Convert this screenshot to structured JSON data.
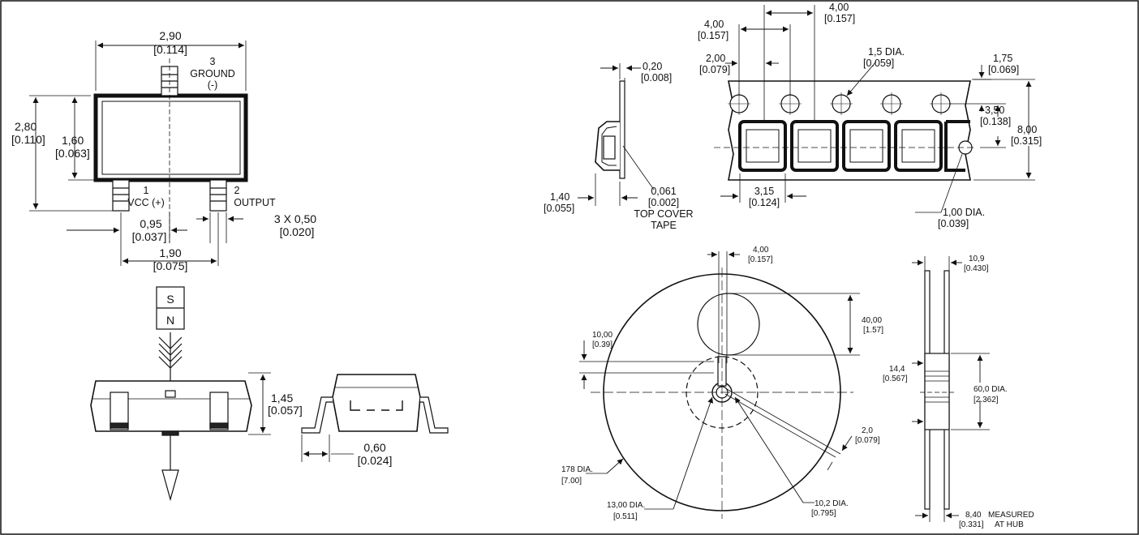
{
  "colors": {
    "line": "#111111",
    "fill_body": "#222222",
    "fill_light": "#f2f2f2",
    "background": "#ffffff"
  },
  "sensor": {
    "width": {
      "mm": "2,90",
      "in": "[0.114]"
    },
    "height_total": {
      "mm": "2,80",
      "in": "[0.110]"
    },
    "body_height": {
      "mm": "1,60",
      "in": "[0.063]"
    },
    "pin3": {
      "number": "3",
      "name": "GROUND",
      "sign": "(-)"
    },
    "pin1": {
      "number": "1",
      "name": "VCC (+)"
    },
    "pin2": {
      "number": "2",
      "name": "OUTPUT"
    },
    "pin_offset": {
      "mm": "0,95",
      "in": "[0.037]"
    },
    "pin_width": {
      "mm": "3 X 0,50",
      "in": "[0.020]"
    },
    "pin_pitch": {
      "mm": "1,90",
      "in": "[0.075]"
    }
  },
  "magnet": {
    "top": "S",
    "bottom": "N"
  },
  "side_view": {
    "height": {
      "mm": "1,45",
      "in": "[0.057]"
    }
  },
  "end_view": {
    "lead": {
      "mm": "0,60",
      "in": "[0.024]"
    }
  },
  "tape": {
    "thickness": {
      "mm": "0,20",
      "in": "[0.008]"
    },
    "pocket_depth": {
      "mm": "1,40",
      "in": "[0.055]"
    },
    "cover": {
      "mm": "0,061",
      "in": "[0.002]",
      "label1": "TOP COVER",
      "label2": "TAPE"
    },
    "pitch_top": {
      "mm": "4,00",
      "in": "[0.157]"
    },
    "pitch": {
      "mm": "4,00",
      "in": "[0.157]"
    },
    "hole_to_pocket": {
      "mm": "2,00",
      "in": "[0.079]"
    },
    "sprocket_hole": {
      "mm": "1,5 DIA.",
      "in": "[0.059]"
    },
    "edge": {
      "mm": "1,75",
      "in": "[0.069]"
    },
    "hole_to_center": {
      "mm": "3,50",
      "in": "[0.138]"
    },
    "tape_width": {
      "mm": "8,00",
      "in": "[0.315]"
    },
    "pocket_width": {
      "mm": "3,15",
      "in": "[0.124]"
    },
    "pocket_hole": {
      "mm": "1,00 DIA.",
      "in": "[0.039]"
    }
  },
  "reel": {
    "slot_width": {
      "mm": "4,00",
      "in": "[0.157]"
    },
    "window": {
      "mm": "40,00",
      "in": "[1.57]"
    },
    "slot_gap": {
      "mm": "10,00",
      "in": "[0.39]"
    },
    "key": {
      "mm": "2,0",
      "in": "[0.079]"
    },
    "diameter": {
      "mm": "178 DIA.",
      "in": "[7.00]"
    },
    "arbor": {
      "mm": "13,00 DIA.",
      "in": "[0.511]"
    },
    "drive": {
      "mm": "10,2 DIA.",
      "in": "[0.795]"
    },
    "width_outer": {
      "mm": "10,9",
      "in": "[0.430]"
    },
    "hub_width": {
      "mm": "14,4",
      "in": "[0.567]"
    },
    "hub_dia": {
      "mm": "60,0 DIA.",
      "in": "[2.362]"
    },
    "width_hub": {
      "mm": "8,40",
      "in": "[0.331]",
      "label1": "MEASURED",
      "label2": "AT HUB"
    }
  }
}
